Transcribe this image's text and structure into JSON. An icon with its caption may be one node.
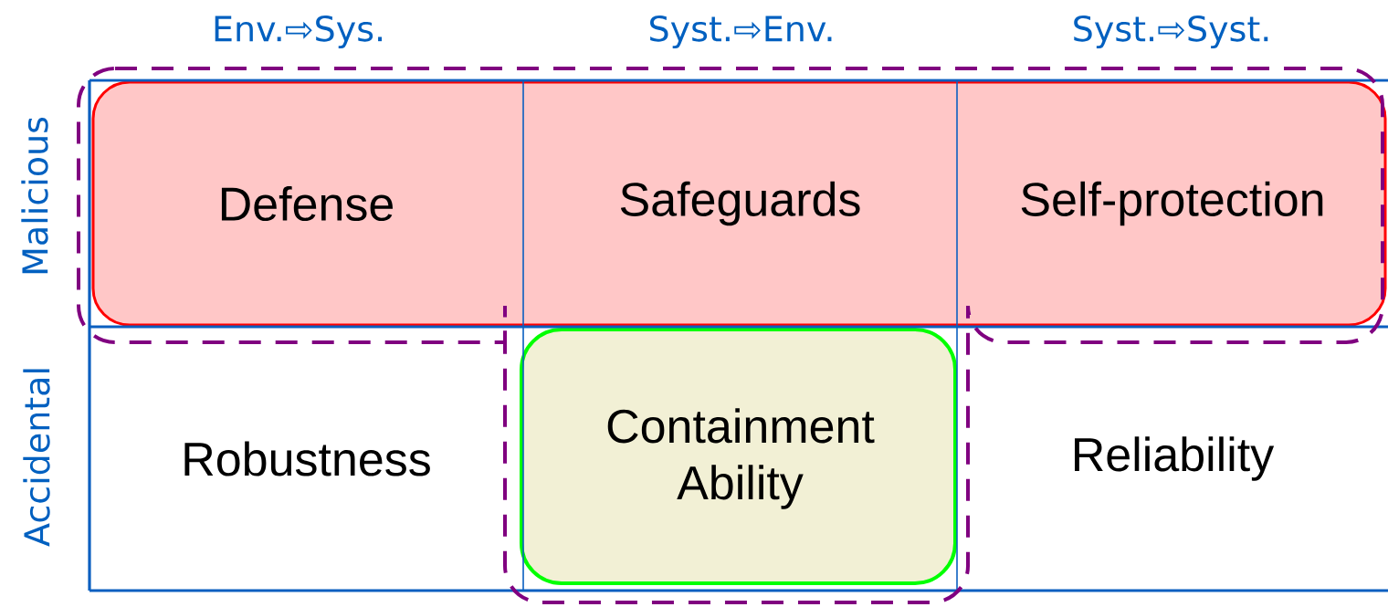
{
  "diagram": {
    "nodes": [
      {
        "text": [
          "Defense"
        ]
      },
      {
        "text": [
          "Safeguards"
        ]
      },
      {
        "text": [
          "Self-protection"
        ]
      },
      {
        "text": [
          "Robustness"
        ]
      },
      {
        "text": [
          "Containment Ability"
        ]
      },
      {
        "text": [
          "Reliability"
        ]
      }
    ],
    "labels": [
      "Env.⇨Sys.",
      "Syst.⇨Env.",
      "Syst.⇨Syst.",
      "Malicious",
      "Accidental"
    ]
  }
}
